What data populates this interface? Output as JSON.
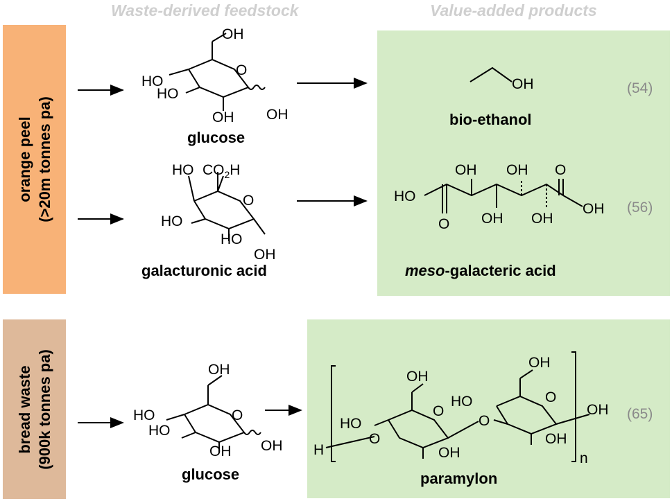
{
  "headers": {
    "feedstock": "Waste-derived feedstock",
    "products": "Value-added products"
  },
  "colors": {
    "orange_panel": "#f8b277",
    "bread_panel": "#deb99a",
    "product_box": "#d5ebc7",
    "header_text": "#cfcfcf",
    "reference_text": "#8a8a8a"
  },
  "sources": [
    {
      "line1": "orange peel",
      "line2": "(>20m tonnes pa)"
    },
    {
      "line1": "bread waste",
      "line2": "(900k tonnes pa)"
    }
  ],
  "feedstocks": {
    "glucose_top": "glucose",
    "galacturonic": "galacturonic acid",
    "glucose_bottom": "glucose"
  },
  "products": {
    "bioethanol": "bio-ethanol",
    "galacteric_prefix": "meso",
    "galacteric_rest": "-galacteric acid",
    "paramylon": "paramylon"
  },
  "references": {
    "bioethanol": "(54)",
    "galacteric": "(56)",
    "paramylon": "(65)"
  },
  "atoms": {
    "OH": "OH",
    "HO": "HO",
    "O": "O",
    "H": "H",
    "n": "n",
    "CO2H_prefix": "CO",
    "CO2H_sub": "2",
    "CO2H_suffix": "H"
  }
}
